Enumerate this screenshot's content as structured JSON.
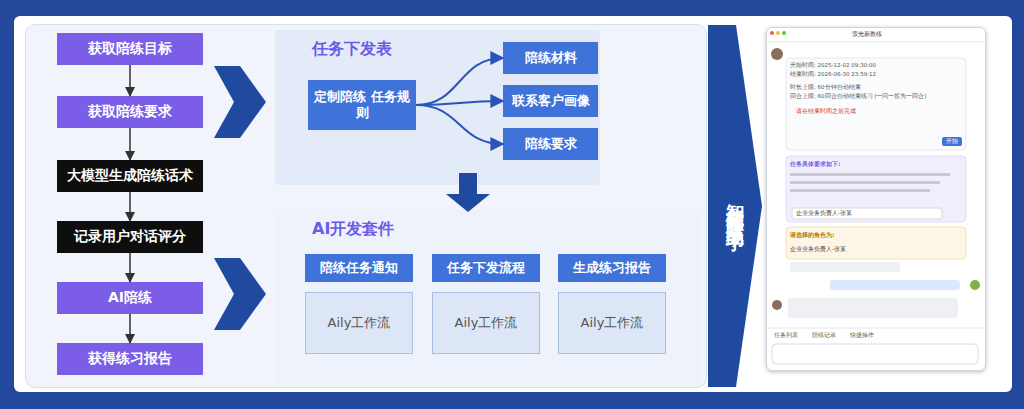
{
  "diagram": {
    "nodes": [
      {
        "text": [
          "获取陪练目标"
        ]
      },
      {
        "text": [
          "获取陪练要求"
        ]
      },
      {
        "text": [
          "大模型生成陪练话术"
        ]
      },
      {
        "text": [
          "记录用户对话评分"
        ]
      },
      {
        "text": [
          "AI陪练"
        ]
      },
      {
        "text": [
          "获得练习报告"
        ]
      },
      {
        "text": [
          "任务下发表"
        ]
      },
      {
        "text": [
          "定制陪练 任务规则"
        ],
        "in": 6
      },
      {
        "text": [
          "陪练材料"
        ],
        "in": 6
      },
      {
        "text": [
          "联系客户画像"
        ],
        "in": 6
      },
      {
        "text": [
          "陪练要求"
        ],
        "in": 6
      },
      {
        "text": [
          "AI开发套件"
        ]
      },
      {
        "text": [
          "陪练任务通知"
        ],
        "in": 11
      },
      {
        "text": [
          "Aily工作流"
        ],
        "in": 11
      },
      {
        "text": [
          "任务下发流程"
        ],
        "in": 11
      },
      {
        "text": [
          "Aily工作流"
        ],
        "in": 11
      },
      {
        "text": [
          "生成练习报告"
        ],
        "in": 11
      },
      {
        "text": [
          "Aily工作流"
        ],
        "in": 11
      },
      {
        "text": [
          "智能销售陪练助手"
        ]
      }
    ],
    "edges": [
      {
        "from": 0,
        "to": 1,
        "arrow": "to"
      },
      {
        "from": 1,
        "to": 2,
        "arrow": "to"
      },
      {
        "from": 2,
        "to": 3,
        "arrow": "to"
      },
      {
        "from": 3,
        "to": 4,
        "arrow": "to"
      },
      {
        "from": 4,
        "to": 5,
        "arrow": "to"
      },
      {
        "from": 7,
        "to": 8,
        "arrow": "to"
      },
      {
        "from": 7,
        "to": 9,
        "arrow": "to"
      },
      {
        "from": 7,
        "to": 10,
        "arrow": "to"
      },
      {
        "from": 6,
        "to": 11,
        "arrow": "to"
      }
    ],
    "labels": [
      "萤光新教练",
      "开始时间: 2025-12-02 09:30:00",
      "结束时间: 2026-06-30 23:59:12",
      "时长上限: 60分钟自动结束",
      "回合上限: 60回合自动结束练习 (一问一答为一回合)",
      "请在结束时间之前完成",
      "开始",
      "任务具体要求如下:",
      "企业业务负责人-张某",
      "请选择的角色为:",
      "企业业务负责人-张某",
      "任务列表",
      "陪练记录",
      "快捷操作"
    ]
  }
}
